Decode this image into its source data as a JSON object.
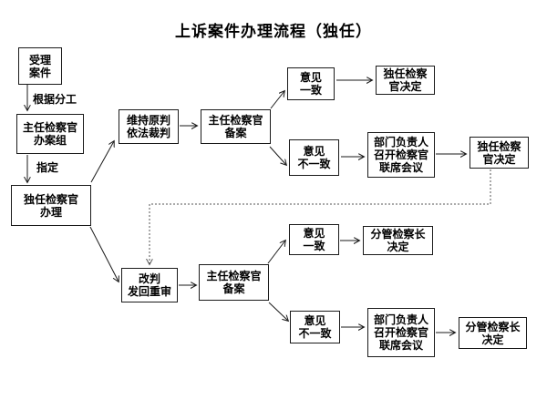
{
  "title": "上诉案件办理流程（独任）",
  "nodes": {
    "accept_case": {
      "label": "受理\n案件"
    },
    "chief_group": {
      "label": "主任检察官\n办案组"
    },
    "solo_handle": {
      "label": "独任检察官\n办理"
    },
    "uphold": {
      "label": "维持原判\n依法裁判"
    },
    "chief_record_1": {
      "label": "主任检察官\n备案"
    },
    "agree_1": {
      "label": "意见\n一致"
    },
    "solo_decide_1": {
      "label": "独任检察\n官决定"
    },
    "disagree_1": {
      "label": "意见\n不一致"
    },
    "joint_meeting_1": {
      "label": "部门负责人\n召开检察官\n联席会议"
    },
    "solo_decide_2": {
      "label": "独任检察\n官决定"
    },
    "revise": {
      "label": "改判\n发回重审"
    },
    "chief_record_2": {
      "label": "主任检察官\n备案"
    },
    "agree_2": {
      "label": "意见\n一致"
    },
    "deputy_decide_1": {
      "label": "分管检察长\n决定"
    },
    "disagree_2": {
      "label": "意见\n不一致"
    },
    "joint_meeting_2": {
      "label": "部门负责人\n召开检察官\n联席会议"
    },
    "deputy_decide_2": {
      "label": "分管检察长\n决定"
    }
  },
  "edge_labels": {
    "assign": "根据分工",
    "designate": "指定"
  },
  "colors": {
    "background": "#ffffff",
    "line": "#1a1a1a",
    "dashed_line": "#555555",
    "box_border": "#1a1a1a",
    "text": "#000000"
  }
}
